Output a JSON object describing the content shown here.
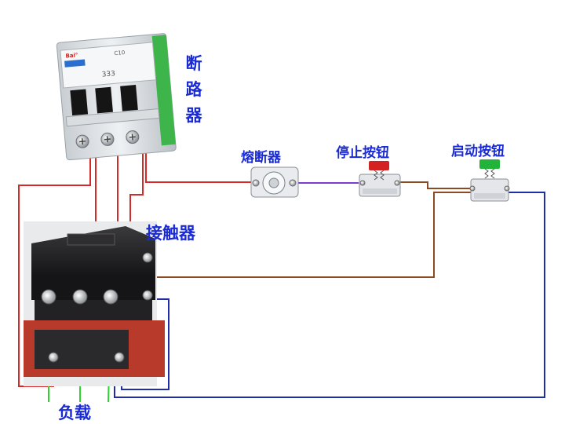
{
  "labels": {
    "breaker": "断路器",
    "fuse": "熔断器",
    "stop_button": "停止按钮",
    "start_button": "启动按钮",
    "contactor": "接触器",
    "load": "负载"
  },
  "breaker_panel": {
    "brand": "Bai°",
    "model": "C10",
    "rating": "333"
  },
  "colors": {
    "label": "#1a2bd6",
    "wire_red": "#d42a2a",
    "wire_green": "#2fd02f",
    "wire_brown": "#8b4a22",
    "wire_blue": "#1f2ea8",
    "wire_purple": "#7a3fd0",
    "breaker_body": "#e6e9ec",
    "breaker_accent": "#3db54a",
    "contactor_body": "#1c1c1e",
    "stop_cap": "#d42222",
    "start_cap": "#22b43a"
  }
}
